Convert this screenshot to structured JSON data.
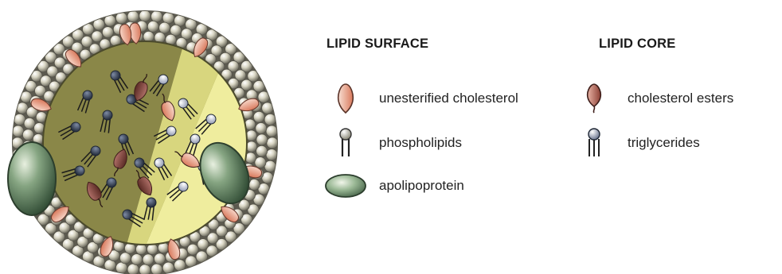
{
  "figure": {
    "surface_heading": "LIPID SURFACE",
    "core_heading": "LIPID CORE",
    "surface_items": [
      {
        "icon": "unesterified-cholesterol-icon",
        "label": "unesterified cholesterol"
      },
      {
        "icon": "phospholipid-icon",
        "label": "phospholipids"
      },
      {
        "icon": "apolipoprotein-icon",
        "label": "apolipoprotein"
      }
    ],
    "core_items": [
      {
        "icon": "cholesterol-ester-icon",
        "label": "cholesterol esters"
      },
      {
        "icon": "triglyceride-icon",
        "label": "triglycerides"
      }
    ]
  },
  "colors": {
    "phospholipid_head": "#d9d6c4",
    "phospholipid_head_shade": "#8a8877",
    "cholesterol_salmon": "#e79a80",
    "cholesterol_ester_brown": "#7a3f36",
    "apolipoprotein_green": "#5b7b5c",
    "core_olive": "#8a8748",
    "core_yellow": "#efed9e",
    "triglyceride_head": "#2f3a4c",
    "triglyceride_head_light": "#aab2c6",
    "tail_dark": "#222222"
  }
}
